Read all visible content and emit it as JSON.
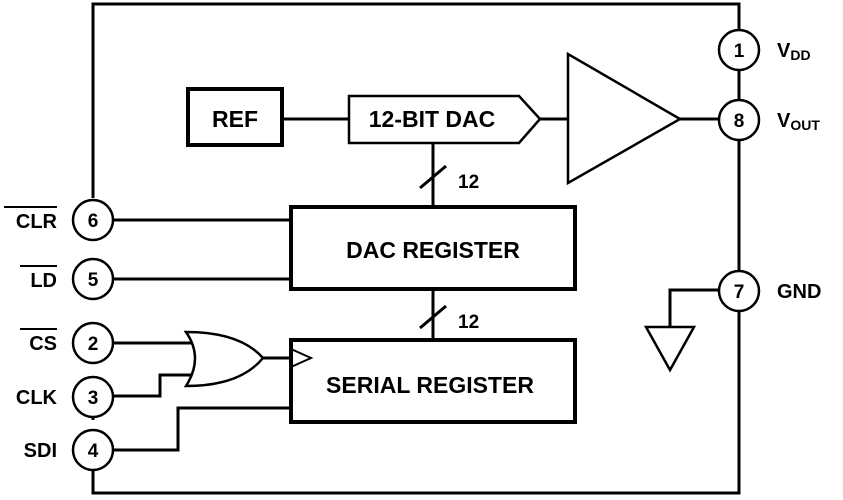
{
  "blocks": {
    "ref": "REF",
    "dac": "12-BIT DAC",
    "dac_register": "DAC REGISTER",
    "serial_register": "SERIAL REGISTER"
  },
  "buses": {
    "upper_width": "12",
    "lower_width": "12"
  },
  "pins": {
    "vdd": {
      "number": "1",
      "name": "V",
      "sub": "DD"
    },
    "vout": {
      "number": "8",
      "name": "V",
      "sub": "OUT"
    },
    "gnd": {
      "number": "7",
      "name": "GND"
    },
    "clr": {
      "number": "6",
      "name": "CLR",
      "overbar": true
    },
    "ld": {
      "number": "5",
      "name": "LD",
      "overbar": true
    },
    "cs": {
      "number": "2",
      "name": "CS",
      "overbar": true
    },
    "clk": {
      "number": "3",
      "name": "CLK"
    },
    "sdi": {
      "number": "4",
      "name": "SDI"
    }
  }
}
